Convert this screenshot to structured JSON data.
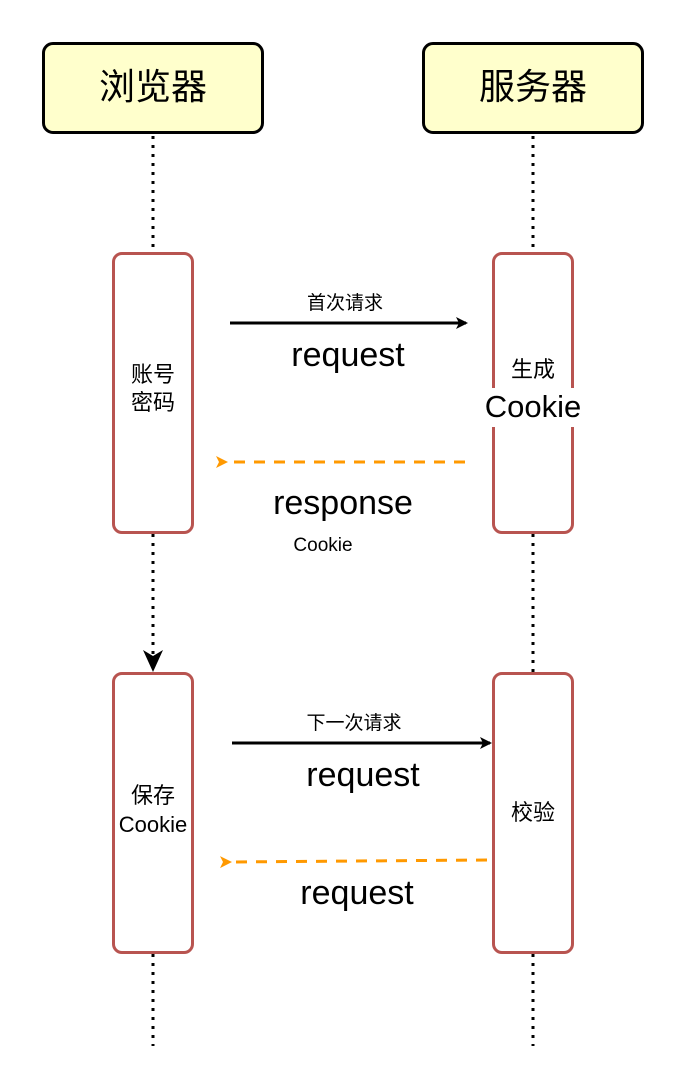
{
  "participants": {
    "browser": "浏览器",
    "server": "服务器"
  },
  "activations": {
    "browser_first": [
      "账号",
      "密码"
    ],
    "server_first": [
      "生成",
      "Cookie"
    ],
    "browser_second": [
      "保存",
      "Cookie"
    ],
    "server_second": "校验"
  },
  "messages": [
    {
      "caption": "首次请求",
      "label": "request",
      "style": "solid"
    },
    {
      "label": "response",
      "sublabel": "Cookie",
      "style": "dashed"
    },
    {
      "caption": "下一次请求",
      "label": "request",
      "style": "solid"
    },
    {
      "label": "request",
      "style": "dashed"
    }
  ],
  "colors": {
    "participant_fill": "#ffffcc",
    "activation_border": "#b85450",
    "solid_arrow": "#000000",
    "dashed_arrow": "#ff9900"
  }
}
